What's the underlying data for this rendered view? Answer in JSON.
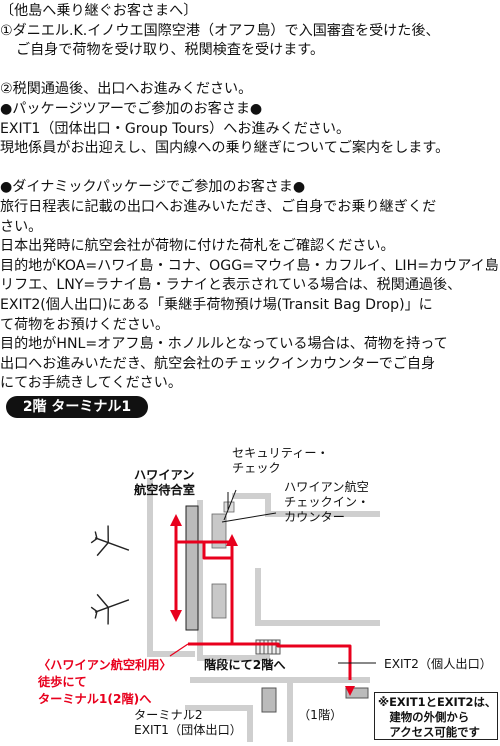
{
  "document": {
    "lines": [
      {
        "text": "〔他島へ乗り継ぐお客さまへ〕",
        "style": "normal"
      },
      {
        "text": "①ダニエル.K.イノウエ国際空港（オアフ島）で入国審査を受けた後、",
        "style": "normal"
      },
      {
        "text": "ご自身で荷物を受け取り、税関検査を受けます。",
        "style": "indent"
      },
      {
        "text": "",
        "style": "gap"
      },
      {
        "text": "②税関通過後、出口へお進みください。",
        "style": "normal"
      },
      {
        "text": "●パッケージツアーでご参加のお客さま●",
        "style": "normal"
      },
      {
        "text": "EXIT1（団体出口・Group Tours）へお進みください。",
        "style": "normal"
      },
      {
        "text": "現地係員がお出迎えし、国内線への乗り継ぎについてご案内をします。",
        "style": "normal"
      },
      {
        "text": "",
        "style": "gap"
      },
      {
        "text": "●ダイナミックパッケージでご参加のお客さま●",
        "style": "normal"
      },
      {
        "text": "旅行日程表に記載の出口へお進みいただき、ご自身でお乗り継ぎくだ",
        "style": "normal"
      },
      {
        "text": "さい。",
        "style": "normal"
      },
      {
        "text": "日本出発時に航空会社が荷物に付けた荷札をご確認ください。",
        "style": "normal"
      },
      {
        "text": "目的地がKOA=ハワイ島・コナ、OGG=マウイ島・カフルイ、LIH=カウアイ島・",
        "style": "normal"
      },
      {
        "text": "リフエ、LNY=ラナイ島・ラナイと表示されている場合は、税関通過後、",
        "style": "normal"
      },
      {
        "text": "EXIT2(個人出口)にある「乗継手荷物預け場(Transit Bag Drop)」に",
        "style": "normal"
      },
      {
        "text": "て荷物をお預けください。",
        "style": "normal"
      },
      {
        "text": "目的地がHNL=オアフ島・ホノルルとなっている場合は、荷物を持って",
        "style": "normal"
      },
      {
        "text": "出口へお進みいただき、航空会社のチェックインカウンターでご自身",
        "style": "normal"
      },
      {
        "text": "にてお手続きしてください。",
        "style": "normal"
      }
    ]
  },
  "section_title": "2階 ターミナル1",
  "map": {
    "labels": {
      "security": "セキュリティー・\nチェック",
      "waiting_room": "ハワイアン\n航空待合室",
      "checkin": "ハワイアン航空\nチェックイン・\nカウンター",
      "stairs": "階段にて2階へ",
      "exit2": "EXIT2（個人出口）",
      "walk_note": "〈ハワイアン航空利用〉\n徒歩にて\nターミナル1(2階)へ",
      "terminal2": "ターミナル2\nEXIT1（団体出口）",
      "floor1": "（1階）",
      "access_note": "※EXIT1とEXIT2は、\n　建物の外側から\n　アクセス可能です"
    },
    "icons": [
      "airplane-icon",
      "airplane-icon",
      "route-arrow-icon"
    ],
    "colors": {
      "route": "#e8001d",
      "building": "#d9d9d9",
      "counter": "#c8c8c8",
      "dark_wall": "#555555"
    }
  }
}
